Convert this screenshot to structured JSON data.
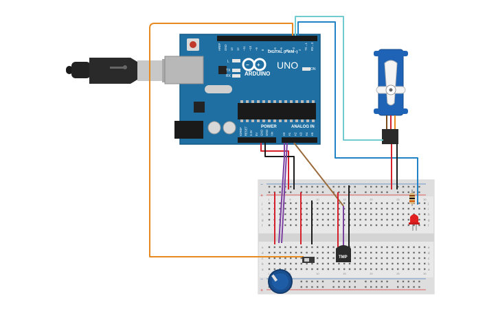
{
  "board": {
    "brand": "ARDUINO",
    "model": "UNO",
    "digital_label": "DIGITAL (PWM~)",
    "power_label": "POWER",
    "analog_label": "ANALOG IN",
    "on_label": "ON",
    "l_label": "L",
    "tx_label": "TX",
    "rx_label": "RX",
    "digital_pins": [
      "AREF",
      "GND",
      "13",
      "12",
      "~11",
      "~10",
      "~9",
      "8",
      "7",
      "~6",
      "~5",
      "4",
      "~3",
      "2",
      "TX→1",
      "RX←0"
    ],
    "power_pins": [
      "IOREF",
      "RESET",
      "3.3V",
      "5V",
      "GND",
      "GND",
      "Vin"
    ],
    "analog_pins": [
      "A0",
      "A1",
      "A2",
      "A3",
      "A4",
      "A5"
    ]
  },
  "sensor": {
    "label": "TMP"
  },
  "breadboard": {
    "rows_top": [
      "j",
      "i",
      "h",
      "g",
      "f"
    ],
    "rows_bottom": [
      "e",
      "d",
      "c",
      "b",
      "a"
    ],
    "plus": "+",
    "minus": "−",
    "numbers": [
      "1",
      "",
      "",
      "",
      "5",
      "",
      "",
      "",
      "",
      "10",
      "",
      "",
      "",
      "",
      "15",
      "",
      "",
      "",
      "",
      "20",
      "",
      "",
      "",
      "",
      "25",
      "",
      "",
      "",
      "",
      "30"
    ]
  },
  "colors": {
    "board": "#1f6fa3",
    "board_edge": "#155a87",
    "wire_orange": "#e8891f",
    "wire_cyan": "#6fcbd0",
    "wire_blue": "#1f82c4",
    "wire_red": "#d4202a",
    "wire_black": "#1a1a1a",
    "wire_purple": "#7b3fa0",
    "wire_brown": "#9a6a3a",
    "servo": "#1e63b5",
    "led": "#e02020",
    "pot": "#1a4f8f"
  }
}
